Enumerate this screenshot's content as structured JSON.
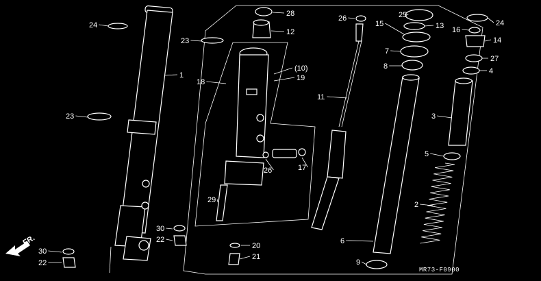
{
  "diagram": {
    "drawing_code": "MR73-F0900",
    "direction_label": "FR.",
    "callouts": [
      {
        "id": "c24a",
        "text": "24"
      },
      {
        "id": "c1",
        "text": "1"
      },
      {
        "id": "c23a",
        "text": "23"
      },
      {
        "id": "c23b",
        "text": "23"
      },
      {
        "id": "c30a",
        "text": "30"
      },
      {
        "id": "c22a",
        "text": "22"
      },
      {
        "id": "c30b",
        "text": "30"
      },
      {
        "id": "c22b",
        "text": "22"
      },
      {
        "id": "c28",
        "text": "28"
      },
      {
        "id": "c12",
        "text": "12"
      },
      {
        "id": "c18",
        "text": "18"
      },
      {
        "id": "c10",
        "text": "(10)"
      },
      {
        "id": "c19",
        "text": "19"
      },
      {
        "id": "c26a",
        "text": "26"
      },
      {
        "id": "c17",
        "text": "17"
      },
      {
        "id": "c29",
        "text": "29"
      },
      {
        "id": "c20",
        "text": "20"
      },
      {
        "id": "c21",
        "text": "21"
      },
      {
        "id": "c26b",
        "text": "26"
      },
      {
        "id": "c11",
        "text": "11"
      },
      {
        "id": "c15",
        "text": "15"
      },
      {
        "id": "c25",
        "text": "25"
      },
      {
        "id": "c13",
        "text": "13"
      },
      {
        "id": "c7",
        "text": "7"
      },
      {
        "id": "c8",
        "text": "8"
      },
      {
        "id": "c6",
        "text": "6"
      },
      {
        "id": "c9",
        "text": "9"
      },
      {
        "id": "c16",
        "text": "16"
      },
      {
        "id": "c24b",
        "text": "24"
      },
      {
        "id": "c14",
        "text": "14"
      },
      {
        "id": "c27",
        "text": "27"
      },
      {
        "id": "c4",
        "text": "4"
      },
      {
        "id": "c3",
        "text": "3"
      },
      {
        "id": "c5",
        "text": "5"
      },
      {
        "id": "c2",
        "text": "2"
      }
    ]
  }
}
